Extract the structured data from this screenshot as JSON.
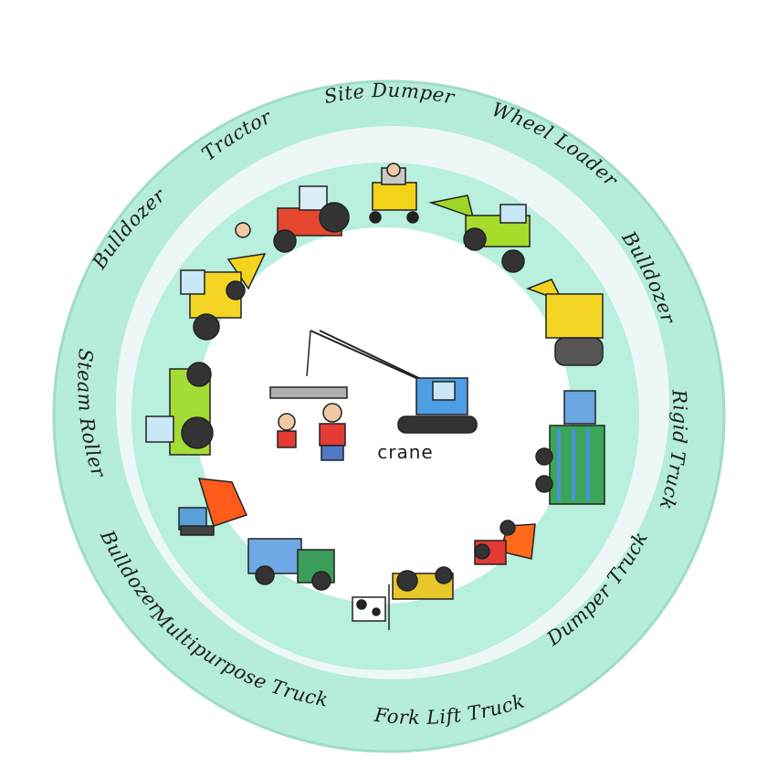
{
  "plate": {
    "colors": {
      "rim": "#b5ecdc",
      "rim_edge": "#9fdcc9",
      "lip": "#eef7f8",
      "inner_band": "#b8efdd",
      "center": "#ffffff"
    },
    "rim_labels": [
      "Site Dumper",
      "Wheel Loader",
      "Bulldozer",
      "Rigid Truck",
      "Dumper Truck",
      "Fork Lift Truck",
      "Multipurpose Truck",
      "Bulldozer",
      "Steam Roller",
      "Bulldozer",
      "Tractor"
    ],
    "center_label": "crane"
  }
}
